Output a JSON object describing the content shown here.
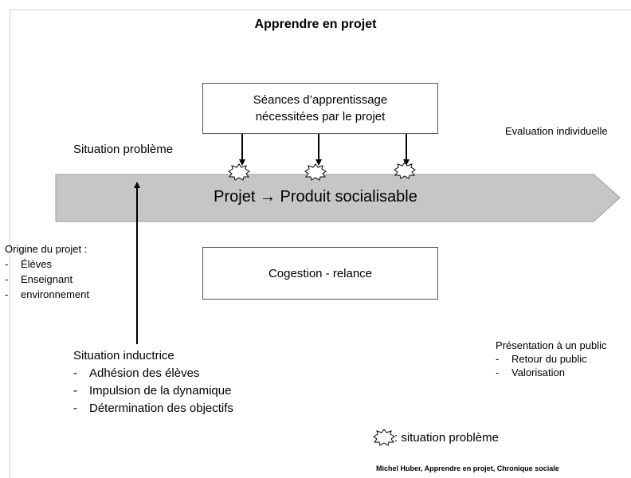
{
  "title": "Apprendre en projet",
  "seances_box": {
    "line1": "Séances d’apprentissage",
    "line2": "nécessitées par le projet"
  },
  "evaluation": "Evaluation individuelle",
  "situation_probleme_top": "Situation problème",
  "main_arrow_label": "Projet → Produit socialisable",
  "origine": {
    "heading": "Origine du projet :",
    "items": [
      "Élèves",
      "Enseignant",
      "environnement"
    ]
  },
  "cogestion": "Cogestion - relance",
  "situation_inductrice": {
    "heading": "Situation inductrice",
    "items": [
      "Adhésion des élèves",
      "Impulsion de la dynamique",
      "Détermination des objectifs"
    ]
  },
  "presentation": {
    "heading": "Présentation à un public",
    "items": [
      "Retour du public",
      "Valorisation"
    ]
  },
  "legend": ": situation problème",
  "source": "Michel Huber, Apprendre en projet, Chronique sociale",
  "colors": {
    "arrow_fill": "#c6c6c6",
    "arrow_stroke": "#9a9a9a",
    "frame": "#cfcfcf"
  }
}
